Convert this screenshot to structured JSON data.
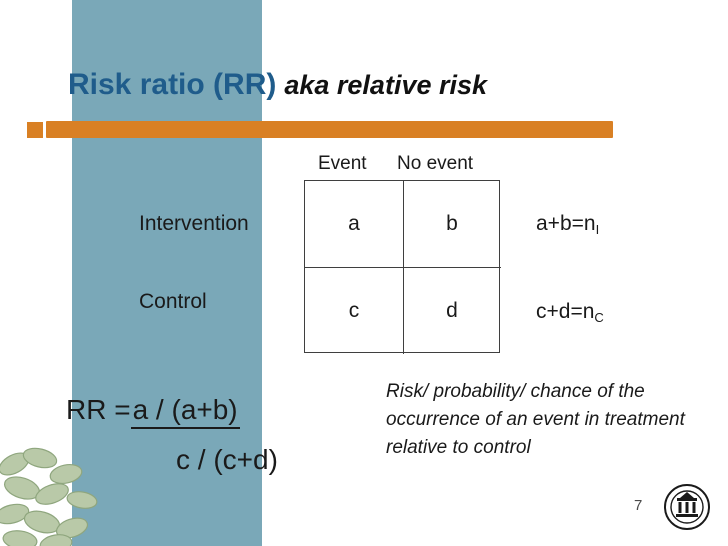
{
  "slide": {
    "title_main": "Risk ratio (RR)",
    "title_sub": "aka relative risk",
    "page_number": "7"
  },
  "table": {
    "col_headers": [
      "Event",
      "No event"
    ],
    "row_labels": [
      "Intervention",
      "Control"
    ],
    "cells": {
      "a": "a",
      "b": "b",
      "c": "c",
      "d": "d"
    },
    "totals": {
      "intervention_prefix": "a+b=n",
      "intervention_sub": "I",
      "control_prefix": "c+d=n",
      "control_sub": "C"
    }
  },
  "formula": {
    "label": "RR =",
    "numerator": "a / (a+b)",
    "denominator": "c / (c+d)"
  },
  "explanation": {
    "text": "Risk/ probability/ chance of the occurrence of an event in treatment relative to control"
  },
  "colors": {
    "title_blue": "#1f5c8b",
    "band_teal": "#7aa8b8",
    "accent_orange": "#d98024",
    "text_dark": "#1a1a1a"
  },
  "icons": {
    "logo": "institution-logo-icon",
    "leaves": "leaves-decoration-icon"
  }
}
